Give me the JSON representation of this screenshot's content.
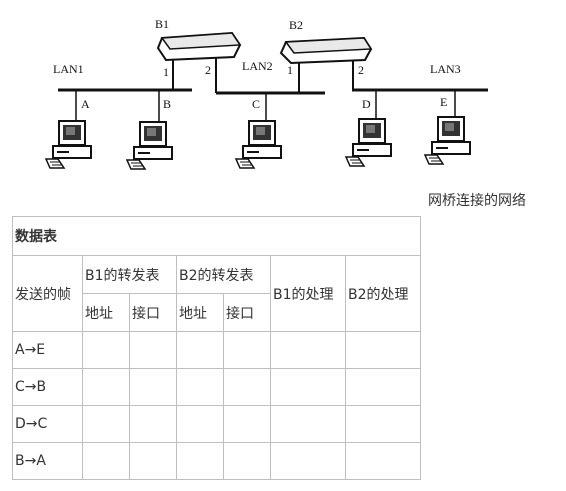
{
  "diagram": {
    "bridges": [
      {
        "name": "B1",
        "port1": "1",
        "port2": "2"
      },
      {
        "name": "B2",
        "port1": "1",
        "port2": "2"
      }
    ],
    "lans": [
      "LAN1",
      "LAN2",
      "LAN3"
    ],
    "hosts": [
      "A",
      "B",
      "C",
      "D",
      "E"
    ],
    "caption": "网桥连接的网络"
  },
  "table": {
    "title": "数据表",
    "col_frame": "发送的帧",
    "col_b1_table": "B1的转发表",
    "col_b2_table": "B2的转发表",
    "col_address": "地址",
    "col_port": "接口",
    "col_b1_action": "B1的处理",
    "col_b2_action": "B2的处理",
    "rows": [
      {
        "frame": "A→E"
      },
      {
        "frame": "C→B"
      },
      {
        "frame": "D→C"
      },
      {
        "frame": "B→A"
      }
    ]
  }
}
